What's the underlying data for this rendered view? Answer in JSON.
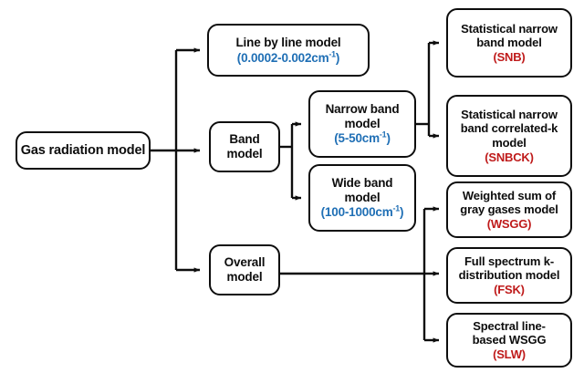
{
  "diagram": {
    "title": "Gas radiation model classification flowchart",
    "colors": {
      "blue": "#1f6fb5",
      "red": "#bf1a1a",
      "outline": "#0d0d0d",
      "background": "#ffffff"
    },
    "nodes": {
      "root": {
        "title": "Gas radiation model",
        "sub": ""
      },
      "line_by_line": {
        "title": "Line by line model",
        "sub_prefix": "(0.0002-0.002cm",
        "sub_exp": "-1",
        "sub_suffix": ")",
        "sub_color": "blue"
      },
      "band": {
        "title_line1": "Band",
        "title_line2": "model"
      },
      "narrow_band": {
        "title_line1": "Narrow band",
        "title_line2": "model",
        "sub_prefix": "(5-50cm",
        "sub_exp": "-1",
        "sub_suffix": ")",
        "sub_color": "blue"
      },
      "wide_band": {
        "title_line1": "Wide band",
        "title_line2": "model",
        "sub_prefix": "(100-1000cm",
        "sub_exp": "-1",
        "sub_suffix": ")",
        "sub_color": "blue"
      },
      "overall": {
        "title_line1": "Overall",
        "title_line2": "model"
      },
      "snb": {
        "title_line1": "Statistical narrow",
        "title_line2": "band model",
        "sub": "(SNB)",
        "sub_color": "red"
      },
      "snbck": {
        "title_line1": "Statistical narrow",
        "title_line2": "band correlated-k",
        "title_line3": "model",
        "sub": "(SNBCK)",
        "sub_color": "red"
      },
      "wsgg": {
        "title_line1": "Weighted sum of",
        "title_line2": "gray gases model",
        "sub": "(WSGG)",
        "sub_color": "red"
      },
      "fsk": {
        "title_line1": "Full spectrum k-",
        "title_line2": "distribution model",
        "sub": "(FSK)",
        "sub_color": "red"
      },
      "slw": {
        "title_line1": "Spectral line-",
        "title_line2": "based WSGG",
        "sub": "(SLW)",
        "sub_color": "red"
      }
    },
    "edges": [
      {
        "from": "root",
        "to": "line_by_line"
      },
      {
        "from": "root",
        "to": "band"
      },
      {
        "from": "root",
        "to": "overall"
      },
      {
        "from": "band",
        "to": "narrow_band"
      },
      {
        "from": "band",
        "to": "wide_band"
      },
      {
        "from": "narrow_band",
        "to": "snb"
      },
      {
        "from": "narrow_band",
        "to": "snbck"
      },
      {
        "from": "overall",
        "to": "wsgg"
      },
      {
        "from": "overall",
        "to": "fsk"
      },
      {
        "from": "overall",
        "to": "slw"
      }
    ]
  }
}
